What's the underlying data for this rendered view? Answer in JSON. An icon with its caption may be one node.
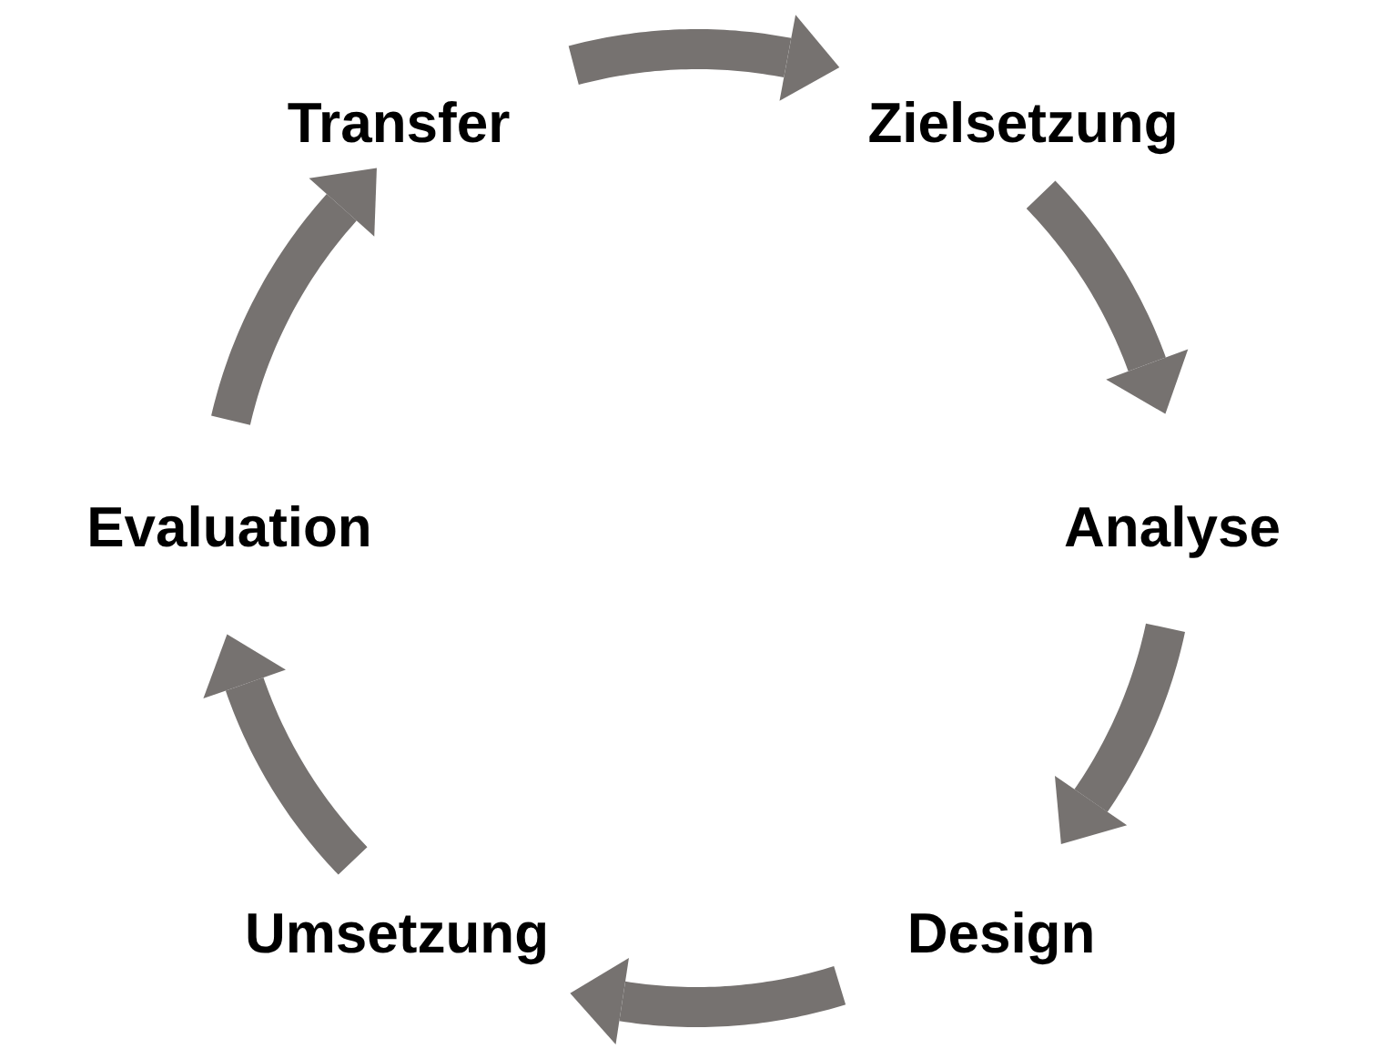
{
  "diagram": {
    "nodes": [
      {
        "text": [
          "Transfer"
        ]
      },
      {
        "text": [
          "Zielsetzung"
        ]
      },
      {
        "text": [
          "Evaluation"
        ]
      },
      {
        "text": [
          "Analyse"
        ]
      },
      {
        "text": [
          "Umsetzung"
        ]
      },
      {
        "text": [
          "Design"
        ]
      }
    ],
    "edges": [
      {
        "from": 0,
        "to": 1,
        "arrow": "to"
      },
      {
        "from": 1,
        "to": 3,
        "arrow": "to"
      },
      {
        "from": 3,
        "to": 5,
        "arrow": "to"
      },
      {
        "from": 5,
        "to": 4,
        "arrow": "to"
      },
      {
        "from": 4,
        "to": 2,
        "arrow": "to"
      },
      {
        "from": 2,
        "to": 0,
        "arrow": "to"
      }
    ]
  }
}
